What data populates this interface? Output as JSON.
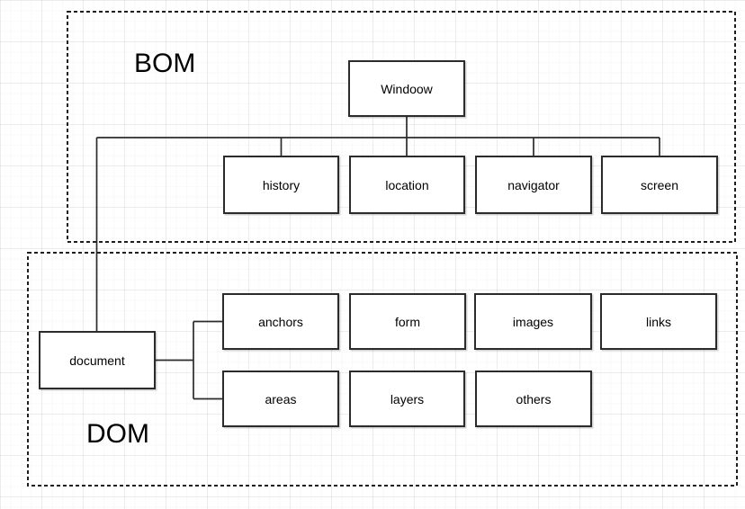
{
  "diagram": {
    "regions": {
      "bom": {
        "label": "BOM",
        "root": "Windoow",
        "children": [
          "history",
          "location",
          "navigator",
          "screen"
        ]
      },
      "dom": {
        "label": "DOM",
        "root": "document",
        "row1": [
          "anchors",
          "form",
          "images",
          "links"
        ],
        "row2": [
          "areas",
          "layers",
          "others"
        ]
      }
    },
    "colors": {
      "line": "#2b2b2b",
      "box_border": "#2b2b2b",
      "box_fill": "#ffffff",
      "boundary_dash": "#1f1f1f",
      "background": "#ffffff",
      "grid": "#ebebeb",
      "text": "#000000"
    }
  }
}
